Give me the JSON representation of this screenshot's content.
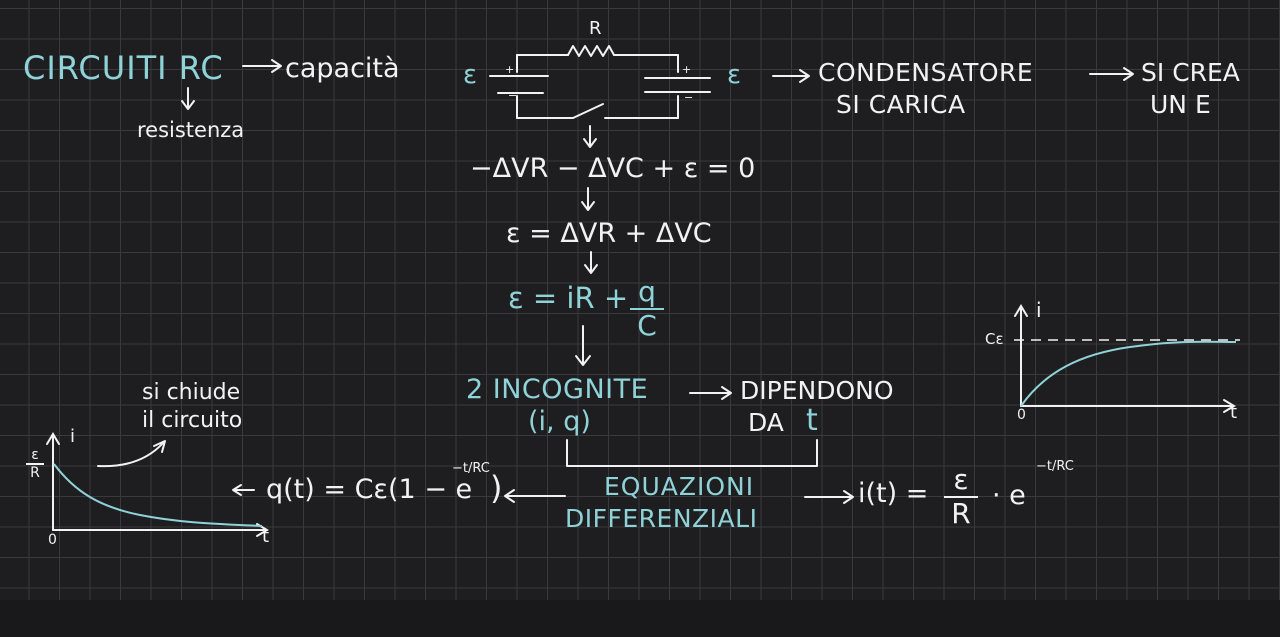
{
  "notes": {
    "circuiti_rc": "CIRCUITI RC",
    "capacita": "capacità",
    "resistenza": "resistenza",
    "resistor_label": "R",
    "emf_left": "ε",
    "emf_right": "ε",
    "condensatore": "CONDENSATORE",
    "si_carica": "SI CARICA",
    "si_crea": "SI CREA",
    "un_e": "UN E",
    "kirchhoff": "-ΔV",
    "eq_line_1": "−ΔVR − ΔVC + ε = 0",
    "eq_line_2": "ε = ΔVR + ΔVC",
    "eq_line_3_lhs": "ε = iR +",
    "eq_line_3_num": "q",
    "eq_line_3_den": "C",
    "incognite": "2 INCOGNITE",
    "incognite_vars": "(i, q)",
    "dipendono": "DIPENDONO",
    "da_t": "DA",
    "t_symbol": "t",
    "equazioni": "EQUAZIONI",
    "differenziali": "DIFFERENZIALI",
    "q_of_t": "q(t) = Cε(1 − e",
    "q_exp": "−t/RC",
    "i_of_t": "i(t) =",
    "i_num": "ε",
    "i_den": "R",
    "i_exp_base": "· e",
    "i_exp": "−t/RC",
    "si_chiude": "si chiude",
    "il_circuito": "il circuito"
  },
  "graph_charge": {
    "y_axis_label": "i",
    "x_axis_label": "t",
    "origin_label": "0",
    "asymptote_label": "Cε"
  },
  "graph_current": {
    "y_axis_label": "i",
    "x_axis_label": "t",
    "origin_label": "0",
    "start_label_num": "ε",
    "start_label_den": "R"
  },
  "colors": {
    "background": "#1e1e20",
    "grid": "#3a3a3e",
    "chalk_white": "#f2f2f2",
    "chalk_cyan": "#8fd3d9"
  }
}
